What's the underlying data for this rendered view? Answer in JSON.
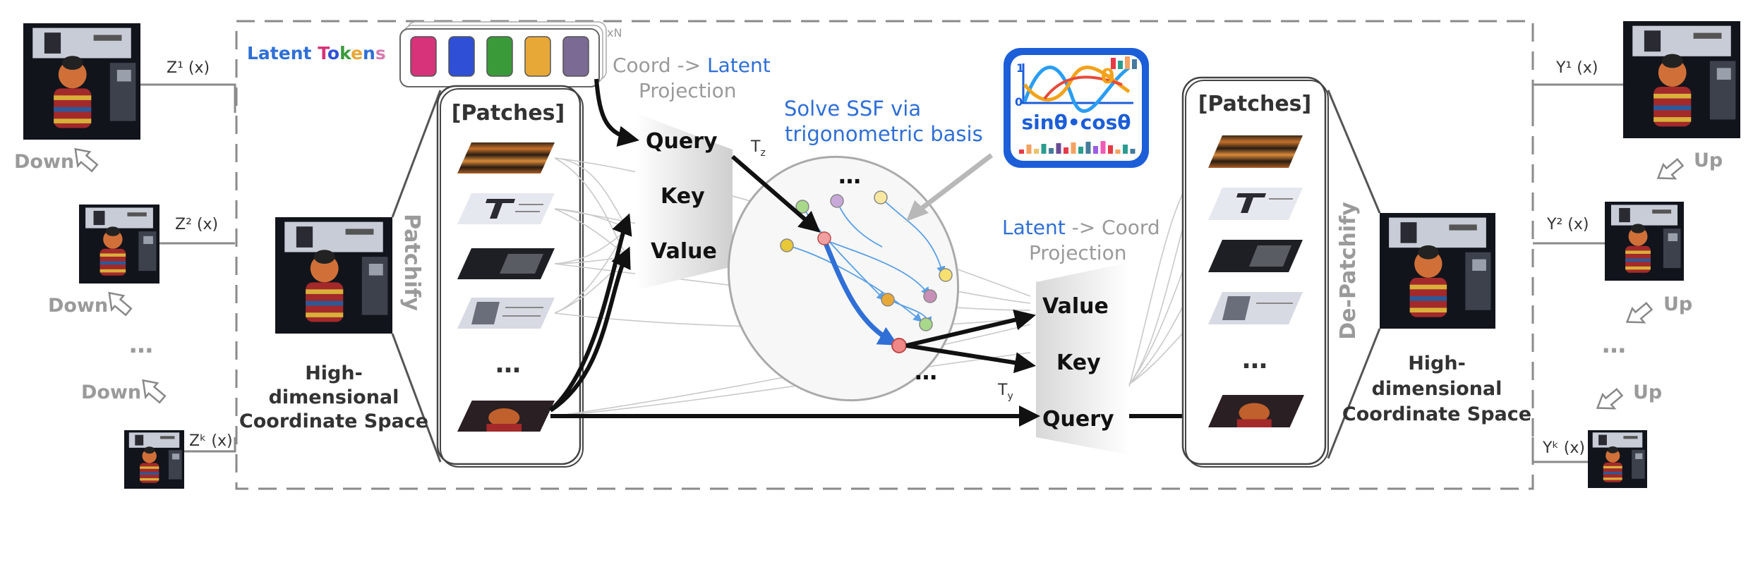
{
  "colors": {
    "blue": "#2f6fd6",
    "gray": "#9a9a9a",
    "dark": "#333333",
    "token_colors": [
      "#d6337a",
      "#2e4fd6",
      "#3a9a3a",
      "#e8a838",
      "#7a6a94"
    ]
  },
  "left": {
    "labels": [
      "Z¹ (x)",
      "Z² (x)",
      "Zᵏ (x)"
    ],
    "down": "Down",
    "ellipsis": "…"
  },
  "right": {
    "labels": [
      "Y¹ (x)",
      "Y² (x)",
      "Yᵏ (x)"
    ],
    "up": "Up",
    "ellipsis": "…"
  },
  "latent_tokens": {
    "word1": "Latent",
    "letters2": [
      {
        "ch": "T",
        "color": "#d6337a"
      },
      {
        "ch": "o",
        "color": "#2e4fd6"
      },
      {
        "ch": "k",
        "color": "#3a9a3a"
      },
      {
        "ch": "e",
        "color": "#e8a838"
      },
      {
        "ch": "n",
        "color": "#2f6fd6"
      },
      {
        "ch": "s",
        "color": "#d87ab0"
      }
    ],
    "xn": "xN"
  },
  "left_panel": {
    "patchify": "Patchify",
    "patches": "[Patches]",
    "ellipsis": "…",
    "coord_lines": [
      "High-",
      "dimensional",
      "Coordinate Space"
    ]
  },
  "proj1": {
    "label_a": "Coord ->",
    "label_b": "Latent",
    "label_c": "Projection",
    "rows": [
      "Query",
      "Key",
      "Value"
    ],
    "tz": "T"
  },
  "ssf": {
    "lines": [
      "Solve SSF via",
      "trigonometric basis"
    ],
    "ellipsis": "…",
    "icon_caption": "sinθ•cosθ",
    "icon_theta": "θ",
    "icon_one": "1",
    "icon_zero": "0"
  },
  "proj2": {
    "label_a": "Latent",
    "label_b": "-> Coord",
    "label_c": "Projection",
    "rows": [
      "Value",
      "Key",
      "Query"
    ],
    "ty": "T"
  },
  "right_panel": {
    "depatchify": "De-Patchify",
    "patches": "[Patches]",
    "ellipsis": "…",
    "coord_lines": [
      "High-",
      "dimensional",
      "Coordinate Space"
    ]
  }
}
